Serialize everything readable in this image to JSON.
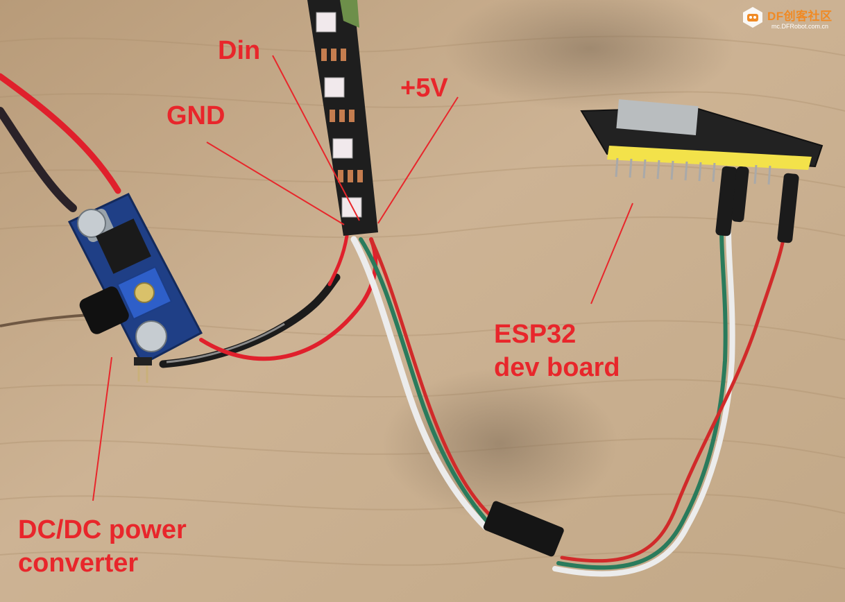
{
  "labels": {
    "din": "Din",
    "gnd": "GND",
    "plus5v": "+5V",
    "esp32_line1": "ESP32",
    "esp32_line2": "dev board",
    "dcdc_line1": "DC/DC power",
    "dcdc_line2": "converter"
  },
  "watermark": {
    "brand": "DF创客社区",
    "url": "mc.DFRobot.com.cn"
  },
  "colors": {
    "annotation": "#e8262b",
    "wood": "#c9ae8c",
    "strip": "#1e1e1e",
    "pcb_blue": "#1f3f86",
    "wire_red": "#e0202c",
    "wire_green": "#2a7b5c",
    "wire_white": "#ececec",
    "pin_yellow": "#f3e24a",
    "watermark_orange": "#f08a24"
  },
  "icons": {
    "watermark_badge": "robot-badge-icon"
  }
}
